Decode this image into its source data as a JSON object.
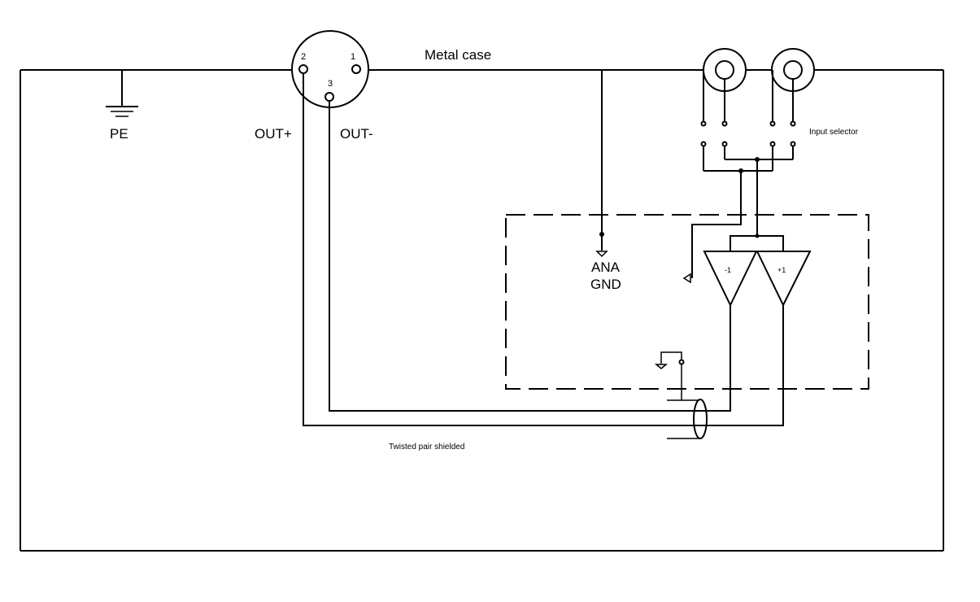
{
  "labels": {
    "metal_case": "Metal case",
    "pe": "PE",
    "out_plus": "OUT+",
    "out_minus": "OUT-",
    "pin_1": "1",
    "pin_2": "2",
    "pin_3": "3",
    "input_selector": "Input selector",
    "ana": "ANA",
    "gnd": "GND",
    "amp_inverting": "-1",
    "amp_noninverting": "+1",
    "twisted_pair": "Twisted pair shielded"
  }
}
